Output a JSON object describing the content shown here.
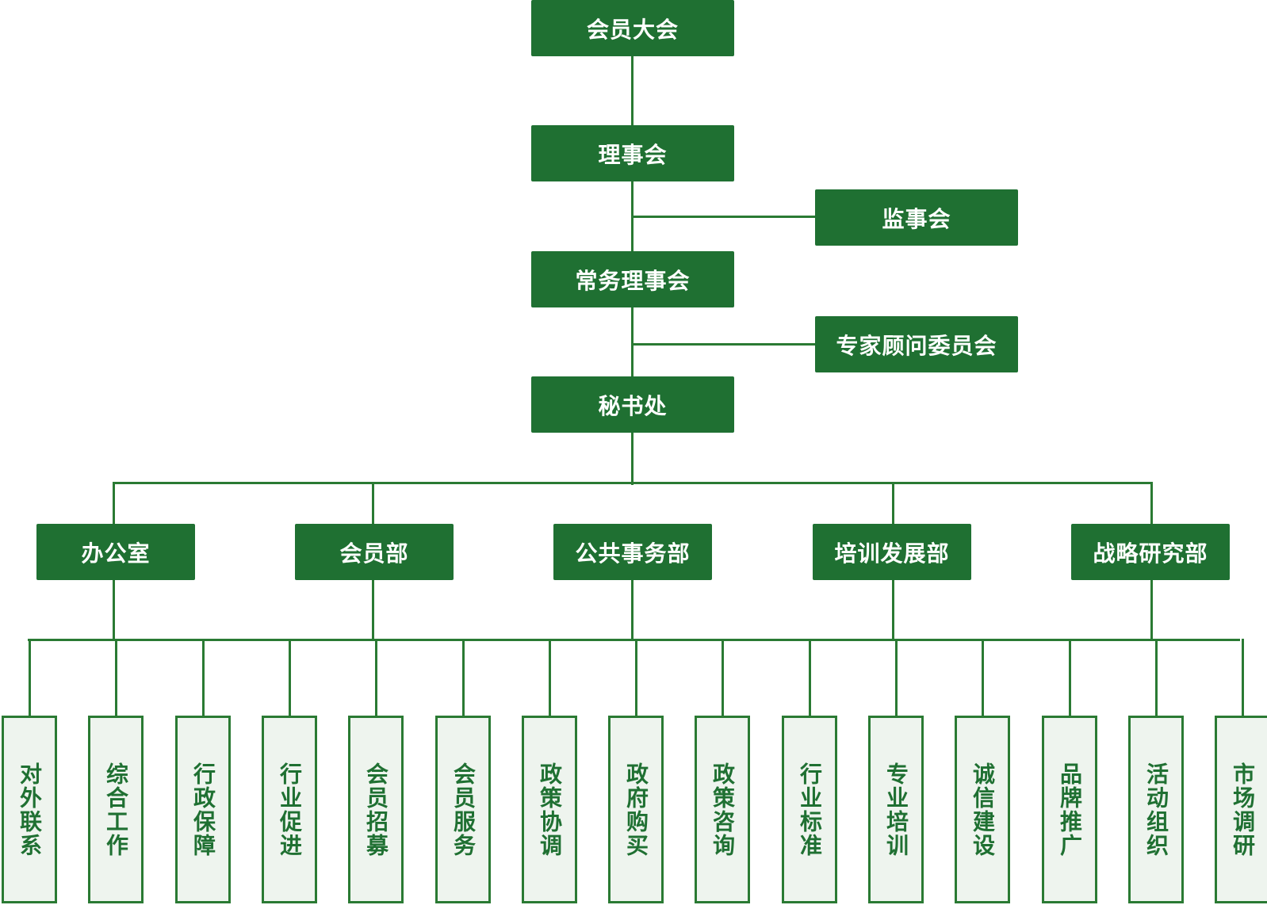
{
  "top": [
    "会员大会",
    "理事会",
    "常务理事会",
    "秘书处"
  ],
  "side": [
    "监事会",
    "专家顾问委员会"
  ],
  "departments": [
    "办公室",
    "会员部",
    "公共事务部",
    "培训发展部",
    "战略研究部"
  ],
  "functions": [
    "对外联系",
    "综合工作",
    "行政保障",
    "行业促进",
    "会员招募",
    "会员服务",
    "政策协调",
    "政府购买",
    "政策咨询",
    "行业标准",
    "专业培训",
    "诚信建设",
    "品牌推广",
    "活动组织",
    "市场调研"
  ],
  "colors": {
    "node": "#1f7032",
    "line": "#2a7a33",
    "leaf_bg": "#eef4ee"
  }
}
